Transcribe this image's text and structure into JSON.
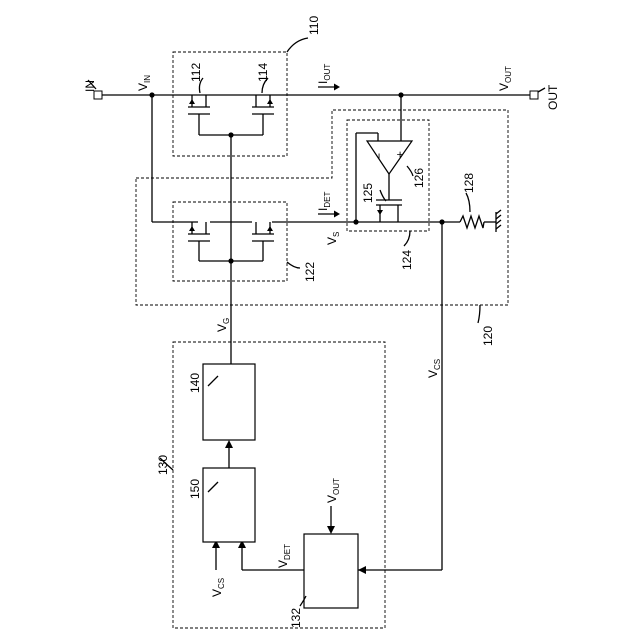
{
  "labels": {
    "ref_110": "110",
    "ref_112": "112",
    "ref_114": "114",
    "ref_120": "120",
    "ref_122": "122",
    "ref_124": "124",
    "ref_125": "125",
    "ref_126": "126",
    "ref_128": "128",
    "ref_130": "130",
    "ref_132": "132",
    "ref_140": "140",
    "ref_150": "150",
    "in_label": "IN",
    "out_label": "OUT",
    "vin": {
      "base": "V",
      "sub": "IN"
    },
    "vout_top": {
      "base": "V",
      "sub": "OUT"
    },
    "iout": {
      "base": "I",
      "sub": "OUT"
    },
    "idet": {
      "base": "I",
      "sub": "DET"
    },
    "vs": {
      "base": "V",
      "sub": "S"
    },
    "vg": {
      "base": "V",
      "sub": "G"
    },
    "vcs_wire": {
      "base": "V",
      "sub": "CS"
    },
    "vcs_in": {
      "base": "V",
      "sub": "CS"
    },
    "vdet": {
      "base": "V",
      "sub": "DET"
    },
    "vout_in": {
      "base": "V",
      "sub": "OUT"
    },
    "minus": "−",
    "plus": "+"
  }
}
